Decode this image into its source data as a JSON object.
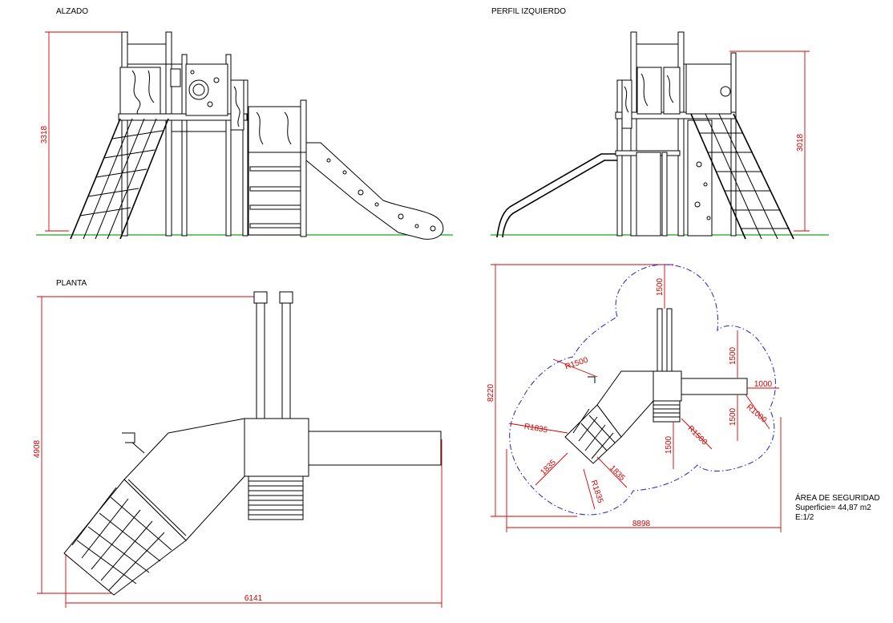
{
  "views": {
    "elevation": {
      "title": "ALZADO",
      "height_dim": "3318"
    },
    "left_profile": {
      "title": "PERFIL IZQUIERDO",
      "height_dim": "3018"
    },
    "plan": {
      "title": "PLANTA",
      "height_dim": "4908",
      "width_dim": "6141"
    },
    "safety_plan": {
      "height_dim": "8220",
      "width_dim": "8898",
      "dims": {
        "d1500_top": "1500",
        "d1500_right_upper": "1500",
        "d1000_right": "1000",
        "d1500_right_lower": "1500",
        "d1500_center": "1500",
        "d1835_left": "1835",
        "d1835_right": "1835",
        "r1500_left": "R1500",
        "r1835_left": "R1835",
        "r1000_right": "R1000",
        "r1500_lower": "R1500",
        "r1835_bottom": "R1835"
      }
    }
  },
  "safety_area": {
    "heading": "ÁREA DE SEGURIDAD",
    "surface": "Superficie=  44,87 m2",
    "scale": "E:1/2"
  },
  "colors": {
    "dimension": "#d40000",
    "safety_boundary": "#2222cc",
    "ground": "#1fa21f",
    "line": "#000000"
  }
}
